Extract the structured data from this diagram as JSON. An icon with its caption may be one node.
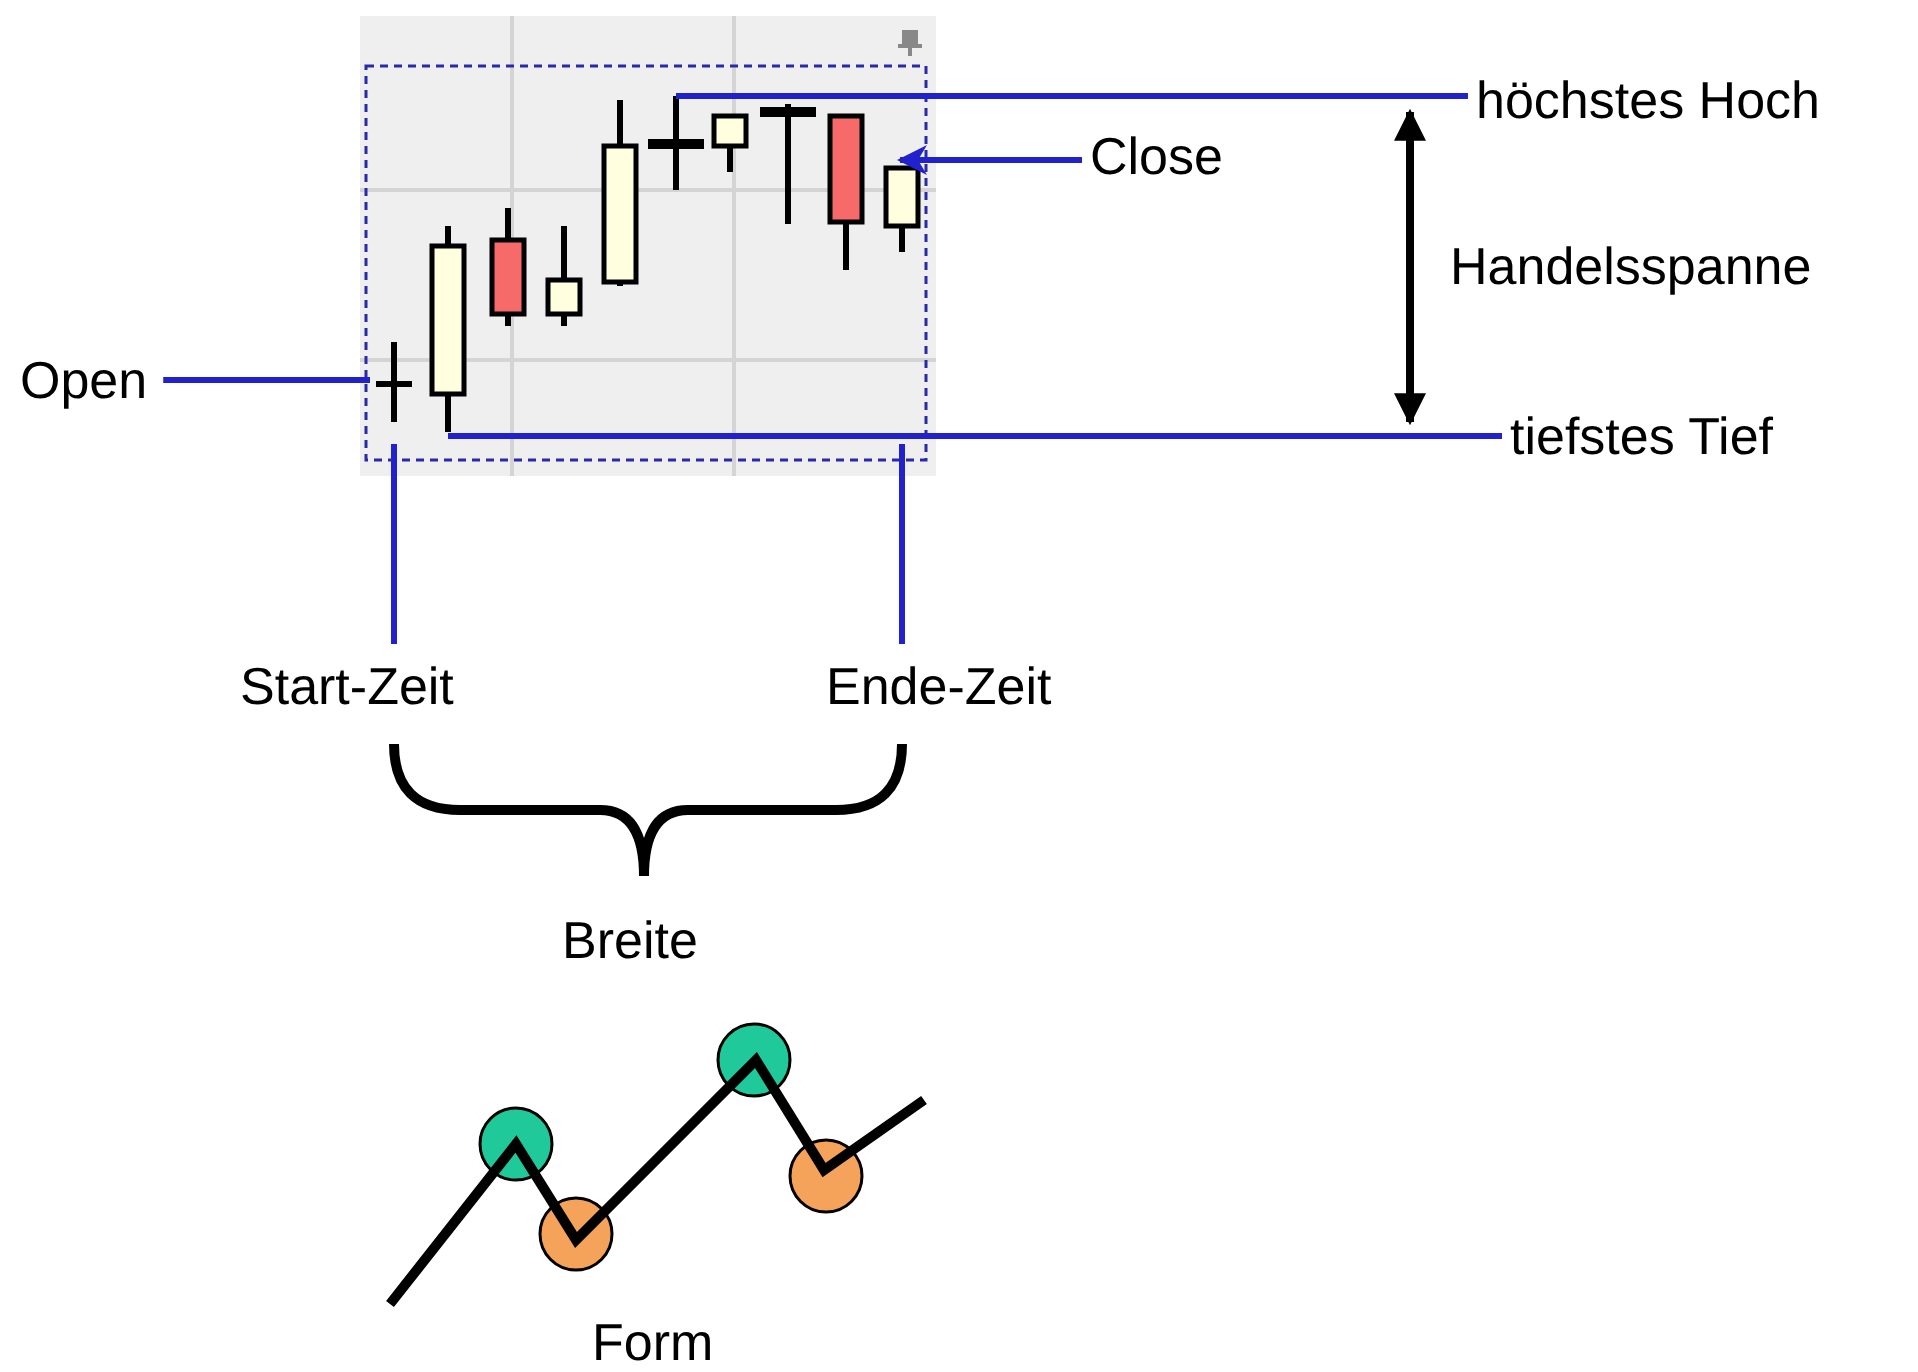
{
  "diagram": {
    "nodes": [
      {
        "text": [
          "höchstes Hoch"
        ]
      },
      {
        "text": [
          "Close"
        ]
      },
      {
        "text": [
          "Open"
        ]
      },
      {
        "text": [
          "tiefstes Tief"
        ]
      },
      {
        "text": [
          "Start-Zeit"
        ]
      },
      {
        "text": [
          "Ende-Zeit"
        ]
      }
    ],
    "edges": [
      {
        "from": 0,
        "to": null,
        "arrow": "none"
      },
      {
        "from": 1,
        "to": null,
        "arrow": "to"
      },
      {
        "from": 2,
        "to": null,
        "arrow": "none"
      },
      {
        "from": 3,
        "to": null,
        "arrow": "none"
      },
      {
        "from": 4,
        "to": null,
        "arrow": "none"
      },
      {
        "from": 5,
        "to": null,
        "arrow": "none"
      }
    ],
    "labels": [
      "Handelsspanne",
      "Breite",
      "Form"
    ]
  }
}
